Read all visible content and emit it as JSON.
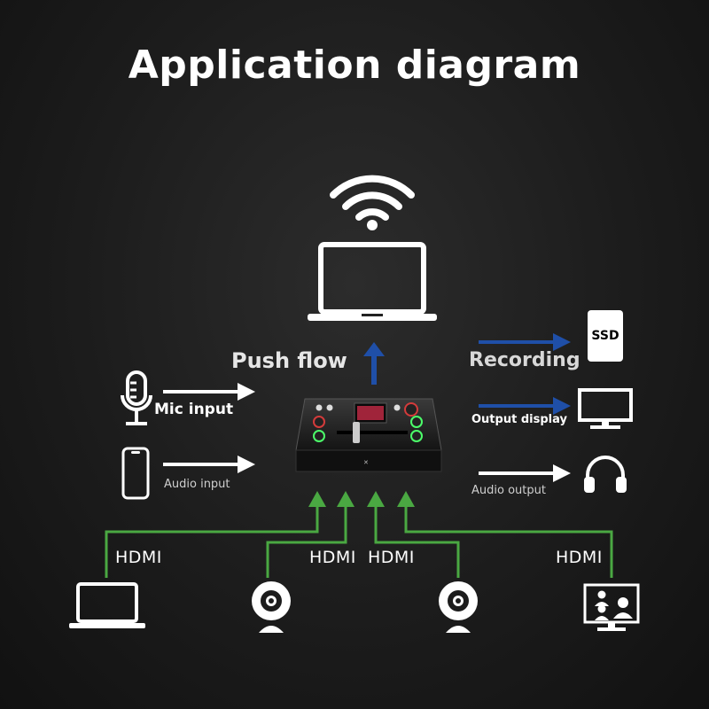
{
  "title": "Application diagram",
  "labels": {
    "push_flow": "Push flow",
    "recording": "Recording",
    "ssd": "SSD",
    "mic_input": "Mic input",
    "audio_input": "Audio input",
    "output_display": "Output display",
    "audio_output": "Audio output",
    "hdmi_1": "HDMI",
    "hdmi_2": "HDMI",
    "hdmi_3": "HDMI",
    "hdmi_4": "HDMI"
  },
  "colors": {
    "background": "#1c1c1c",
    "white_arrow": "#ffffff",
    "blue_arrow": "#1f4fa8",
    "green_line": "#4aa842",
    "device_screen_green": "#4cff6a",
    "device_button_red": "#d33b3b"
  },
  "icons": [
    "wifi-icon",
    "laptop-icon",
    "ssd-icon",
    "monitor-icon",
    "headphones-icon",
    "microphone-icon",
    "phone-icon",
    "webcam-icon",
    "video-conference-icon",
    "switcher-device"
  ]
}
